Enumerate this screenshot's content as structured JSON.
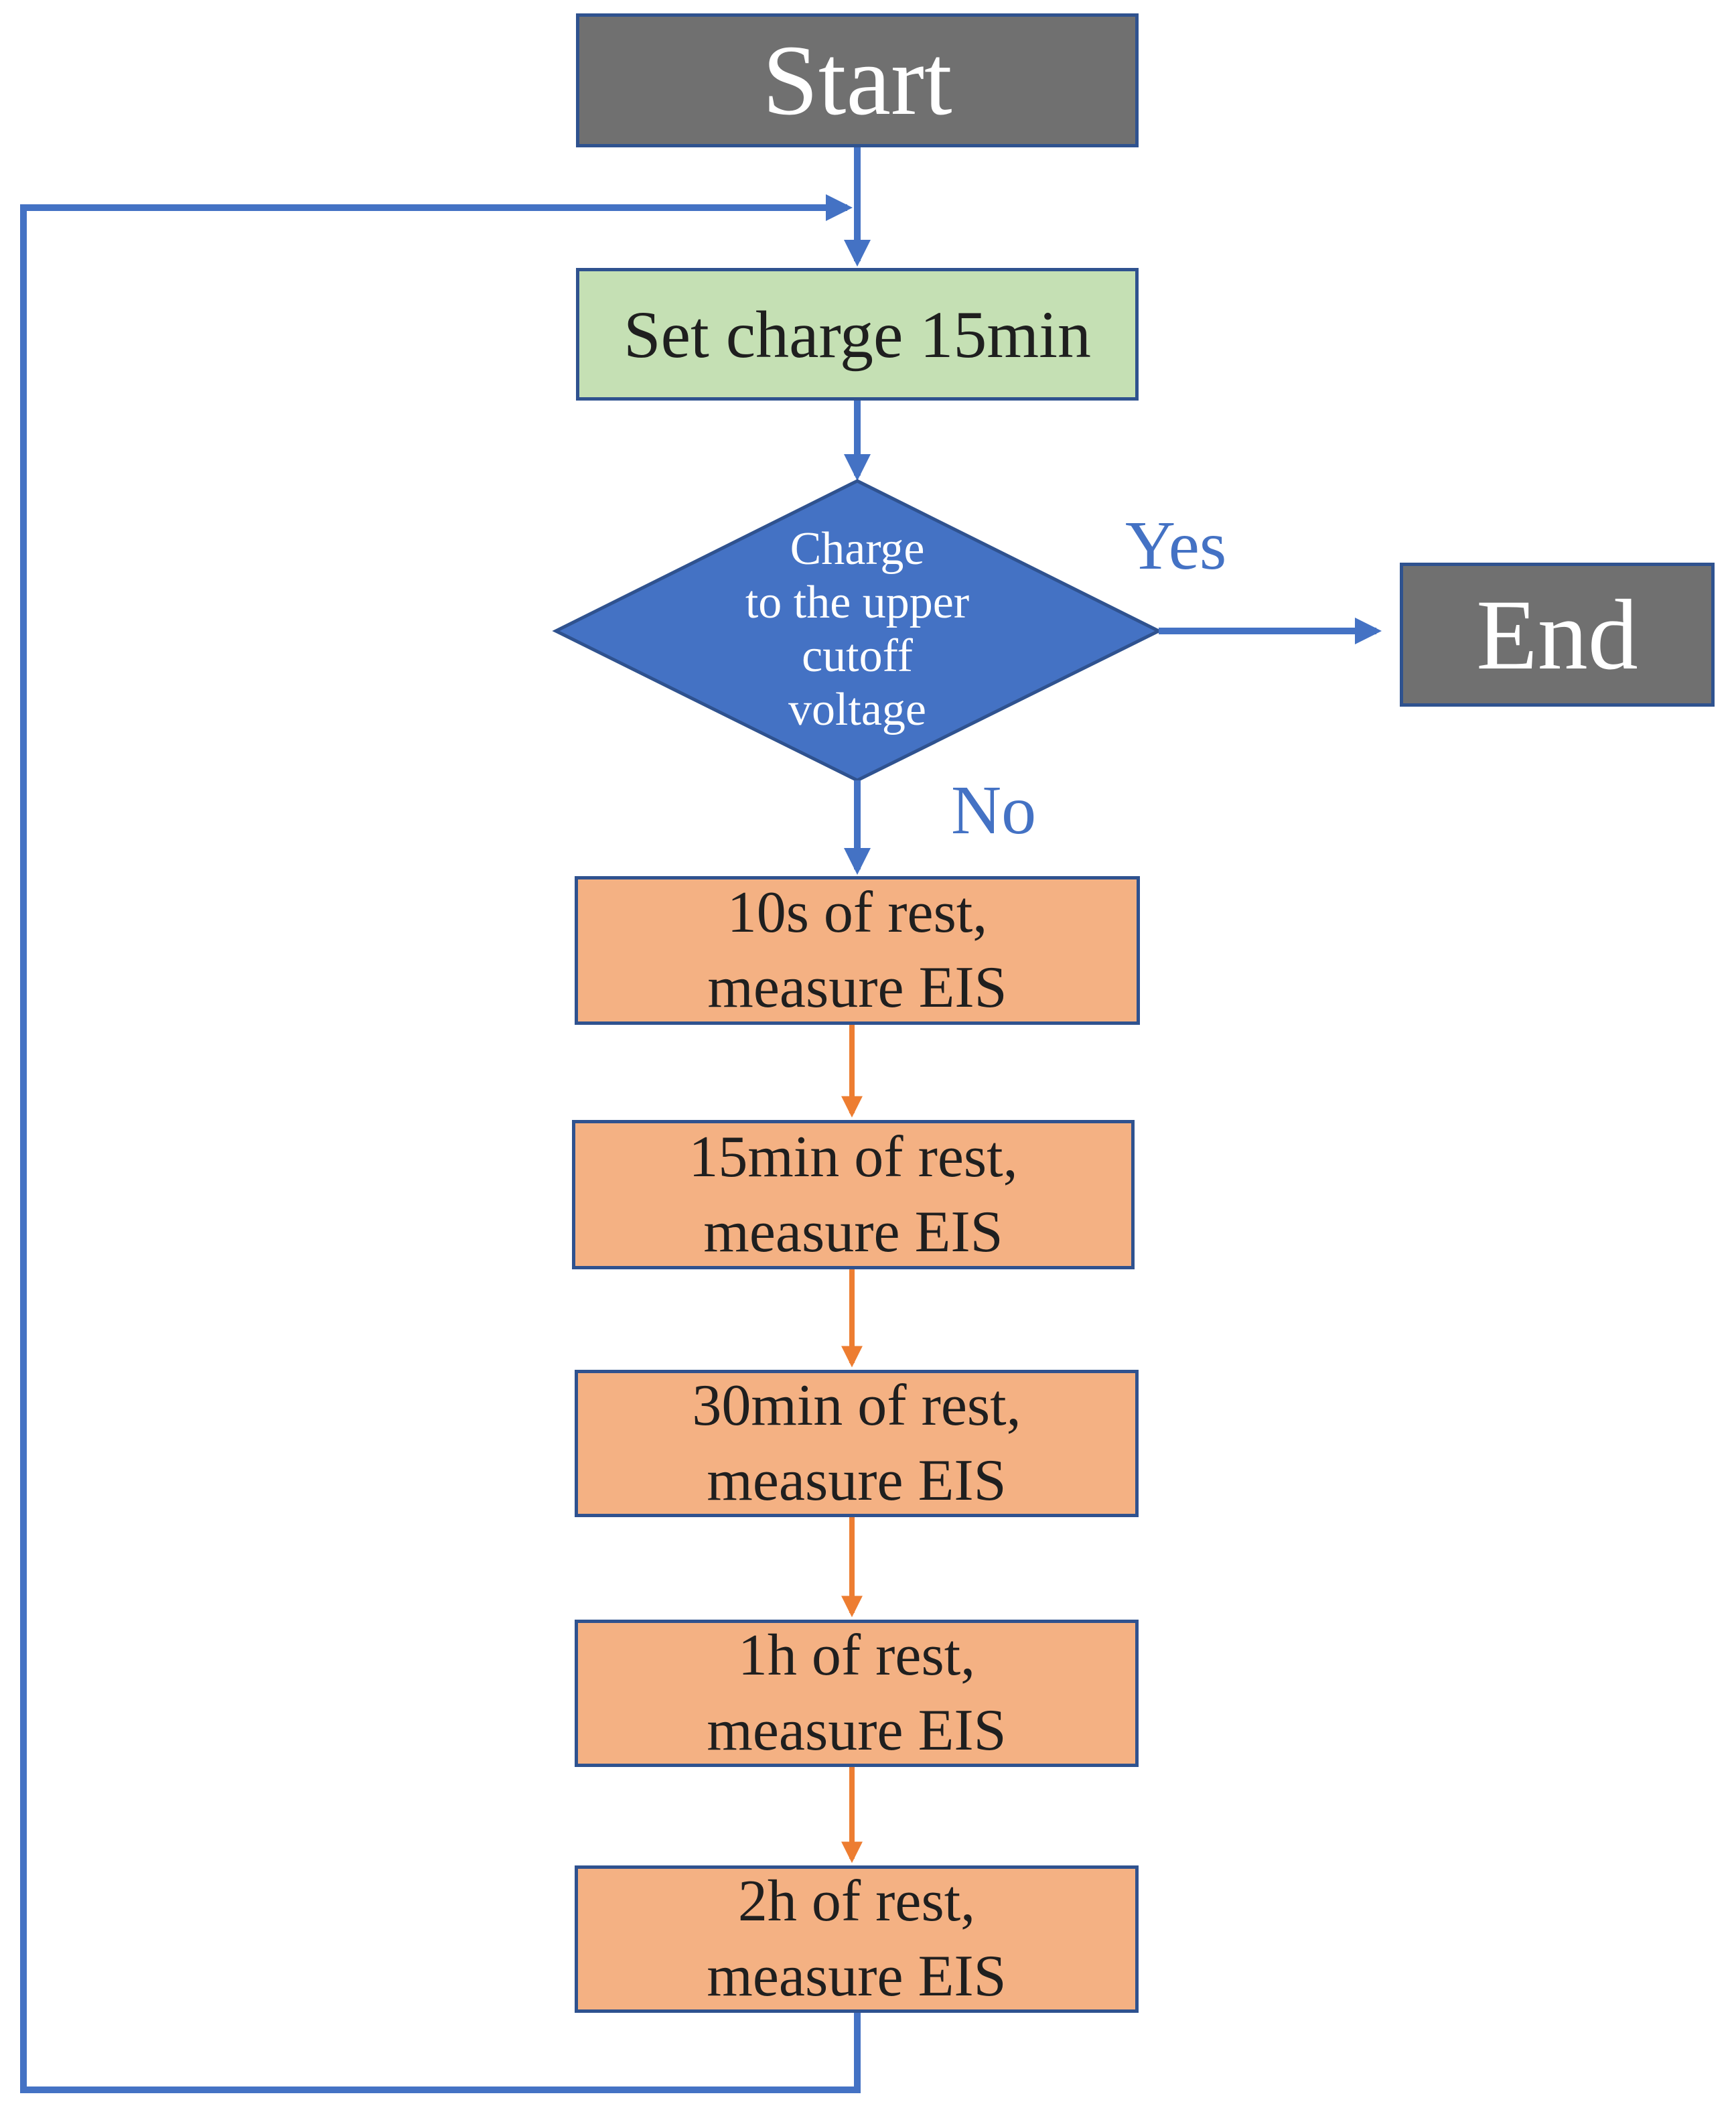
{
  "start": {
    "label": "Start"
  },
  "set_charge": {
    "label": "Set charge 15min"
  },
  "decision": {
    "lines": [
      "Charge",
      "to the upper",
      "cutoff",
      "voltage"
    ]
  },
  "yes_label": "Yes",
  "no_label": "No",
  "end": {
    "label": "End"
  },
  "rest_steps": [
    {
      "line1": "10s of rest,",
      "line2": "measure EIS"
    },
    {
      "line1": "15min of rest,",
      "line2": "measure EIS"
    },
    {
      "line1": "30min of rest,",
      "line2": "measure EIS"
    },
    {
      "line1": "1h of rest,",
      "line2": "measure EIS"
    },
    {
      "line1": "2h of rest,",
      "line2": "measure EIS"
    }
  ],
  "colors": {
    "blue_connector": "#4472C4",
    "orange_connector": "#ED7D31",
    "terminal_fill": "#707070",
    "process_fill": "#C5E0B4",
    "rest_fill": "#F4B183",
    "decision_fill": "#4472C4"
  }
}
